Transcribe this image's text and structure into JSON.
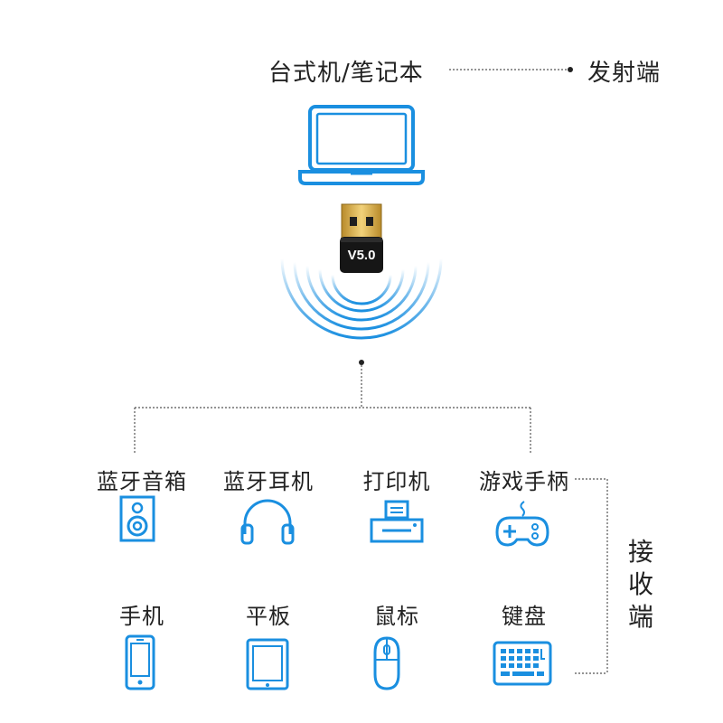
{
  "transmitter": {
    "device_label": "台式机/笔记本",
    "role_label": "发射端"
  },
  "dongle": {
    "version_label": "V5.0"
  },
  "receiver": {
    "role_label": "接收端",
    "role_chars": [
      "接",
      "收",
      "端"
    ]
  },
  "devices": [
    {
      "label": "蓝牙音箱",
      "icon": "speaker-icon"
    },
    {
      "label": "蓝牙耳机",
      "icon": "headphones-icon"
    },
    {
      "label": "打印机",
      "icon": "printer-icon"
    },
    {
      "label": "游戏手柄",
      "icon": "gamepad-icon"
    },
    {
      "label": "手机",
      "icon": "phone-icon"
    },
    {
      "label": "平板",
      "icon": "tablet-icon"
    },
    {
      "label": "鼠标",
      "icon": "mouse-icon"
    },
    {
      "label": "键盘",
      "icon": "keyboard-icon"
    }
  ],
  "colors": {
    "accent": "#1a8fe0",
    "text": "#222222",
    "connector": "#555555"
  }
}
